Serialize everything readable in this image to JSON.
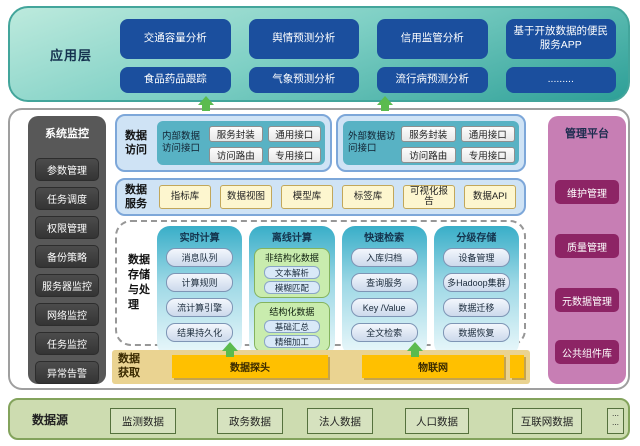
{
  "app_layer": {
    "label": "应用层",
    "apps": [
      "交通容量分析",
      "舆情预测分析",
      "信用监管分析",
      "基于开放数据的便民服务APP",
      "食品药品跟踪",
      "气象预测分析",
      "流行病预测分析",
      "........."
    ]
  },
  "system_monitor": {
    "title": "系统监控",
    "items": [
      "参数管理",
      "任务调度",
      "权限管理",
      "备份策略",
      "服务器监控",
      "网络监控",
      "任务监控",
      "异常告警"
    ]
  },
  "management_platform": {
    "title": "管理平台",
    "items": [
      "维护管理",
      "质量管理",
      "元数据管理",
      "公共组件库"
    ]
  },
  "data_access": {
    "label": "数据访问",
    "groups": [
      {
        "title": "内部数据访问接口",
        "buttons": [
          "服务封装",
          "通用接口",
          "访问路由",
          "专用接口"
        ]
      },
      {
        "title": "外部数据访问接口",
        "buttons": [
          "服务封装",
          "通用接口",
          "访问路由",
          "专用接口"
        ]
      }
    ]
  },
  "data_service": {
    "label": "数据服务",
    "buttons": [
      "指标库",
      "数据视图",
      "模型库",
      "标签库",
      "可视化报告",
      "数据API"
    ]
  },
  "data_storage": {
    "label": "数据存储与处理",
    "columns": [
      {
        "title": "实时计算",
        "items": [
          "消息队列",
          "计算规则",
          "流计算引擎",
          "结果持久化"
        ]
      },
      {
        "title": "离线计算",
        "groups": [
          {
            "title": "非结构化数据",
            "items": [
              "文本解析",
              "模糊匹配"
            ]
          },
          {
            "title": "结构化数据",
            "items": [
              "基础汇总",
              "精细加工"
            ]
          }
        ]
      },
      {
        "title": "快速检索",
        "items": [
          "入库归档",
          "查询服务",
          "Key /Value",
          "全文检索"
        ]
      },
      {
        "title": "分级存储",
        "items": [
          "设备管理",
          "多Hadoop集群",
          "数据迁移",
          "数据恢复"
        ]
      }
    ]
  },
  "data_acquisition": {
    "label": "数据获取",
    "items": [
      "数据探头",
      "物联网"
    ]
  },
  "data_source": {
    "label": "数据源",
    "items": [
      "监测数据",
      "政务数据",
      "法人数据",
      "人口数据",
      "互联网数据",
      "⋯\n⋯"
    ]
  },
  "colors": {
    "app_box_blue": "#1b4f9e",
    "app_layer_teal": "#2d9f97",
    "sidebar_gray": "#585858",
    "mgmt_pink": "#c77eb4",
    "mgmt_item_magenta": "#8d2465",
    "access_panel_blue": "#cfe3f5",
    "access_group_teal": "#58b2c4",
    "service_btn_yellow": "#fdf6cf",
    "storage_col_cyan": "#39aec8",
    "green_group": "#c9ecae",
    "acq_orange": "#ffc000",
    "acq_bar_tan": "#ead391",
    "source_green": "#cddcb0",
    "arrow_green": "#5bbb4e"
  }
}
